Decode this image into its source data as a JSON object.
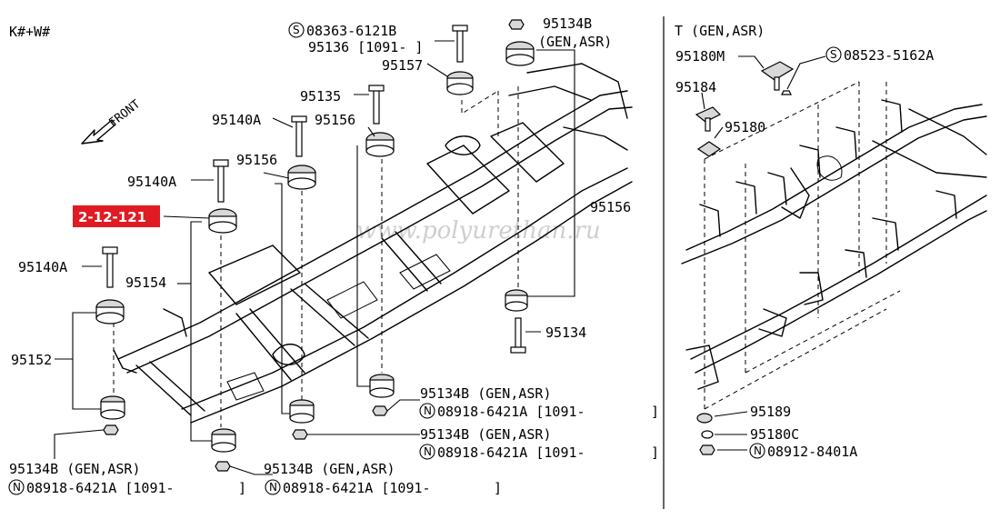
{
  "diagram": {
    "corner_code": "K#+W#",
    "front_label": "FRONT",
    "watermark": "www.polyurethan.ru",
    "ref_badge": "2-12-121",
    "right_panel_title": "T (GEN,ASR)",
    "labels": {
      "l_08363": "08363-6121B",
      "l_95136": "95136 [1091-    ]",
      "l_95134b_top": "95134B",
      "l_gen_asr_top": "(GEN,ASR)",
      "l_95157": "95157",
      "l_95135": "95135",
      "l_95140a_1": "95140A",
      "l_95156_1": "95156",
      "l_95156_2": "95156",
      "l_95140a_2": "95140A",
      "l_95156_3": "95156",
      "l_95140a_3": "95140A",
      "l_95154": "95154",
      "l_95152": "95152",
      "l_95134": "95134",
      "l_95134b_r1": "95134B (GEN,ASR)",
      "l_08918_r1": "08918-6421A [1091-",
      "l_95134b_r2": "95134B (GEN,ASR)",
      "l_08918_r2": "08918-6421A [1091-",
      "l_95134b_b1": "95134B (GEN,ASR)",
      "l_08918_b1": "08918-6421A [1091-",
      "l_95134b_b2": "95134B (GEN,ASR)",
      "l_08918_b2": "08918-6421A [1091-",
      "bracket_close": "]",
      "l_95180m": "95180M",
      "l_08523": "08523-5162A",
      "l_95184": "95184",
      "l_95180": "95180",
      "l_95189": "95189",
      "l_95180c": "95180C",
      "l_08912": "08912-8401A"
    },
    "symbols": {
      "s": "S",
      "n": "N"
    }
  }
}
